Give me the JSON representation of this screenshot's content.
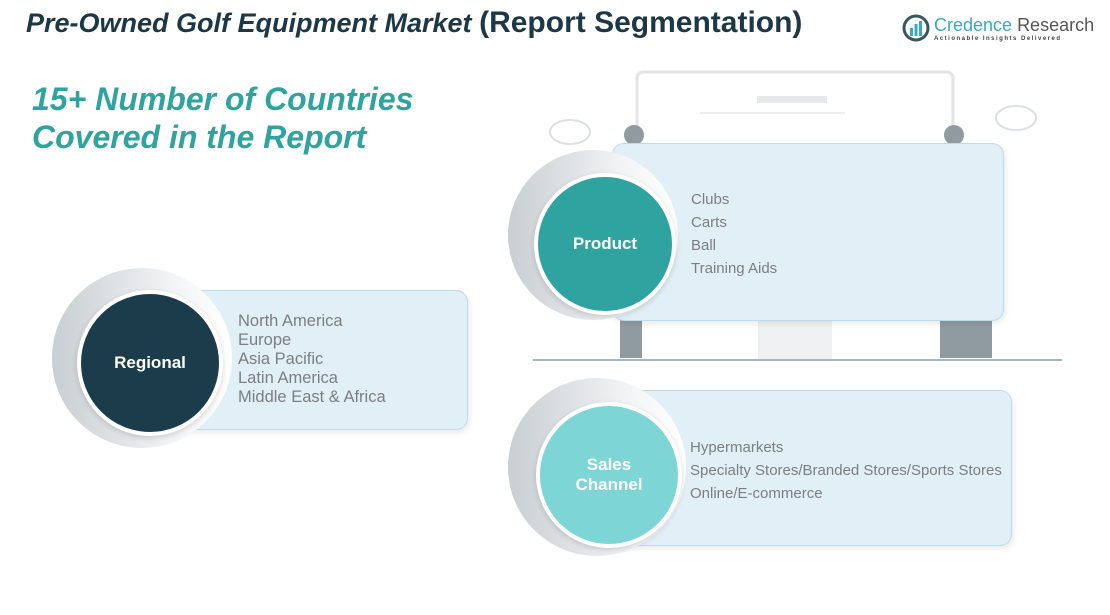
{
  "header": {
    "title_italic": "Pre-Owned Golf Equipment Market",
    "title_bold": "(Report Segmentation)"
  },
  "logo": {
    "name_part1": "Credence",
    "name_part2": "Research",
    "tagline": "Actionable Insights Delivered"
  },
  "subtitle": {
    "line1": "15+ Number of Countries",
    "line2": "Covered in the Report"
  },
  "segments": {
    "regional": {
      "label": "Regional",
      "items": [
        "North America",
        "Europe",
        "Asia Pacific",
        "Latin America",
        "Middle East & Africa"
      ],
      "color": "#1b3d4b"
    },
    "product": {
      "label": "Product",
      "items": [
        "Clubs",
        "Carts",
        "Ball",
        "Training Aids"
      ],
      "color": "#2fa3a0"
    },
    "sales": {
      "label_line1": "Sales",
      "label_line2": "Channel",
      "items": [
        "Hypermarkets",
        "Specialty Stores/Branded Stores/Sports Stores",
        "Online/E-commerce"
      ],
      "color": "#7dd5d6"
    }
  }
}
